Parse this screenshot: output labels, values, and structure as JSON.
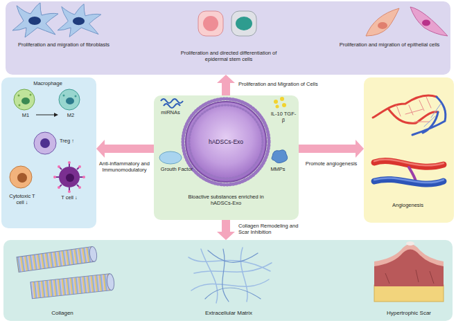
{
  "diagram": {
    "nodes": [
      {
        "text": [
          "Proliferation and migration of fibroblasts",
          "Proliferation and directed differentiation of epidermal stem cells",
          "Proliferation and migration of epithelial cells"
        ]
      },
      {
        "text": [
          "Macrophage",
          "M1",
          "M2",
          "Treg ↑",
          "Cytotoxic T cell ↓",
          "T cell ↓"
        ]
      },
      {
        "text": [
          "miRNAs",
          "IL-10 TGF-β",
          "hADSCs-Exo",
          "Grouth Factor",
          "MMPs",
          "Bioactive substances enriched in hADSCs-Exo"
        ]
      },
      {
        "text": [
          "Angiogenesis"
        ]
      },
      {
        "text": [
          "Collagen",
          "Extracellular Matrix",
          "Hypertrophic Scar"
        ]
      }
    ],
    "edges": [
      {
        "from": 2,
        "to": 0,
        "arrow": "to",
        "label": "Proliferation and Migration of Cells"
      },
      {
        "from": 2,
        "to": 1,
        "arrow": "to",
        "label": "Anti-inflammatory and Immunomodulatory"
      },
      {
        "from": 2,
        "to": 3,
        "arrow": "to",
        "label": "Promote angiogenesis"
      },
      {
        "from": 2,
        "to": 4,
        "arrow": "to",
        "label": "Collagen Remodeling and Scar Inhibition"
      }
    ]
  }
}
